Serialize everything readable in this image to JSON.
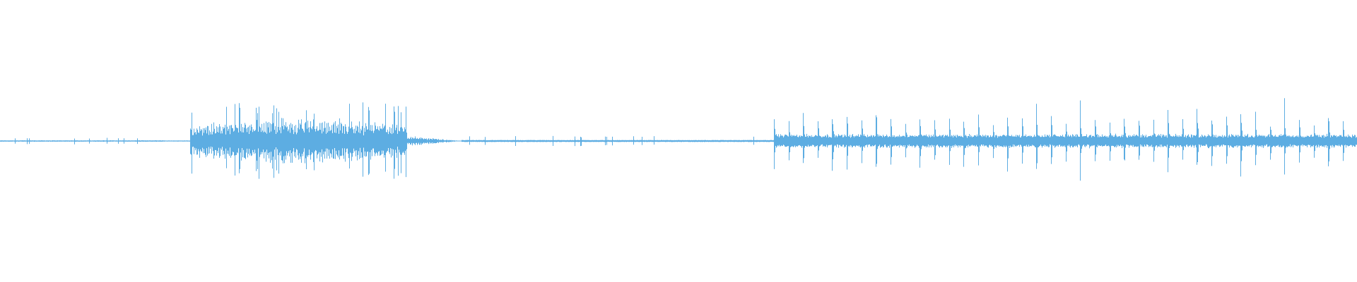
{
  "waveform": {
    "color": "#5dade2",
    "background": "#ffffff",
    "segments": [
      {
        "start": 0.0,
        "end": 0.12,
        "type": "silence",
        "level": 0.02
      },
      {
        "start": 0.14,
        "end": 0.3,
        "type": "burst",
        "level": 0.55
      },
      {
        "start": 0.3,
        "end": 0.34,
        "type": "decay",
        "level": 0.1
      },
      {
        "start": 0.34,
        "end": 0.57,
        "type": "silence",
        "level": 0.03
      },
      {
        "start": 0.57,
        "end": 1.0,
        "type": "rhythmic",
        "level": 0.6,
        "pulses": 40
      }
    ]
  }
}
